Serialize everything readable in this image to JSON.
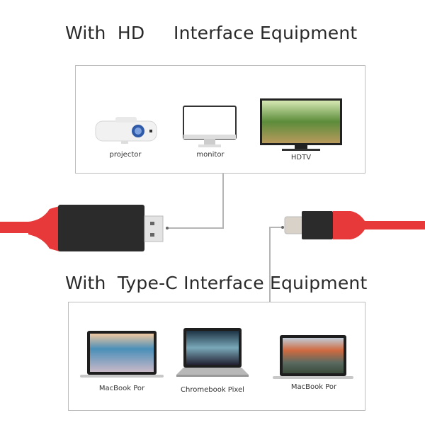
{
  "headings": {
    "hd": "With  HD     Interface Equipment",
    "typec": "With  Type-C Interface Equipment"
  },
  "hd_devices": [
    {
      "label": "projector",
      "icon": "projector-icon"
    },
    {
      "label": "monitor",
      "icon": "monitor-icon"
    },
    {
      "label": "HDTV",
      "icon": "hdtv-icon"
    }
  ],
  "typec_devices": [
    {
      "label": "MacBook Por",
      "icon": "laptop-icon"
    },
    {
      "label": "Chromebook Pixel",
      "icon": "laptop-icon"
    },
    {
      "label": "MacBook Por",
      "icon": "laptop-icon"
    }
  ],
  "colors": {
    "cable_red": "#e8393a",
    "connector_black": "#2b2b2b",
    "heading_text": "#2a2a2a",
    "box_border": "#bdbdbd"
  }
}
